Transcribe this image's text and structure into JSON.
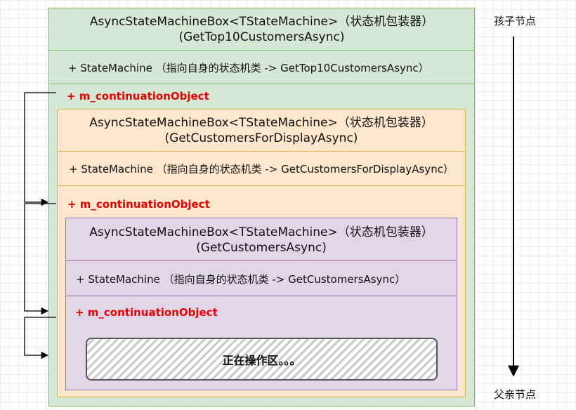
{
  "outer": {
    "title_line1": "AsyncStateMachineBox<TStateMachine>（状态机包装器）",
    "title_line2": "(GetTop10CustomersAsync)",
    "state_machine": "+ StateMachine （指向自身的状态机类 -> GetTop10CustomersAsync）",
    "continuation": "+ m_continuationObject"
  },
  "middle": {
    "title_line1": "AsyncStateMachineBox<TStateMachine>（状态机包装器）",
    "title_line2": "(GetCustomersForDisplayAsync)",
    "state_machine": "+ StateMachine （指向自身的状态机类 -> GetCustomersForDisplayAsync）",
    "continuation": "+ m_continuationObject"
  },
  "inner": {
    "title_line1": "AsyncStateMachineBox<TStateMachine>（状态机包装器）",
    "title_line2": "(GetCustomersAsync)",
    "state_machine": "+ StateMachine （指向自身的状态机类 -> GetCustomersAsync）",
    "continuation": "+ m_continuationObject",
    "working_area": "正在操作区。。。"
  },
  "legend": {
    "top_label": "孩子节点",
    "bottom_label": "父亲节点"
  },
  "colors": {
    "green_fill": "#d5e8d4",
    "yellow_fill": "#ffe6cc",
    "purple_fill": "#e1d5e7",
    "continuation_text": "#e00000"
  }
}
